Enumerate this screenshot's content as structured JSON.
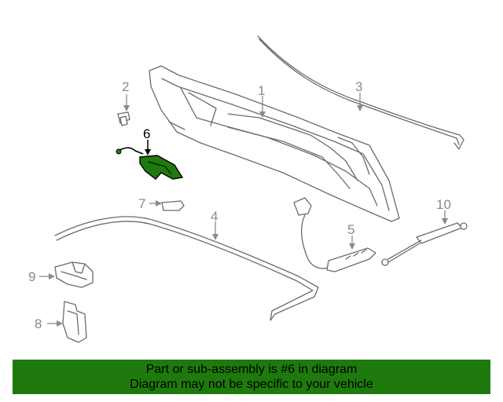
{
  "diagram": {
    "callouts": [
      {
        "id": "1",
        "label": "1"
      },
      {
        "id": "2",
        "label": "2"
      },
      {
        "id": "3",
        "label": "3"
      },
      {
        "id": "4",
        "label": "4"
      },
      {
        "id": "5",
        "label": "5"
      },
      {
        "id": "6",
        "label": "6"
      },
      {
        "id": "7",
        "label": "7"
      },
      {
        "id": "8",
        "label": "8"
      },
      {
        "id": "9",
        "label": "9"
      },
      {
        "id": "10",
        "label": "10"
      }
    ],
    "highlighted_part": "6",
    "colors": {
      "highlight_fill": "#1f7a0d",
      "line": "#6b6b6b",
      "callout_text": "#8a8a8a",
      "footer_bg": "#1f7a0d"
    }
  },
  "footer": {
    "line1": "Part or sub-assembly is #6 in diagram",
    "line2": "Diagram may not be specific to your vehicle"
  }
}
